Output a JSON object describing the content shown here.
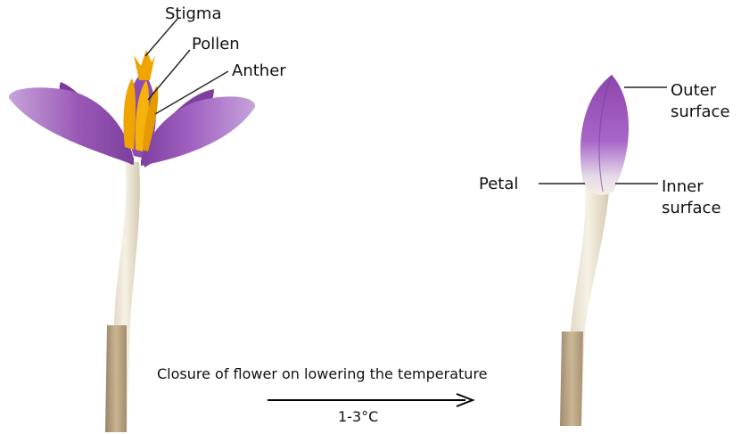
{
  "open_flower": {
    "labels": {
      "stigma": "Stigma",
      "pollen": "Pollen",
      "anther": "Anther"
    }
  },
  "closed_flower": {
    "labels": {
      "petal": "Petal",
      "outer_line1": "Outer",
      "outer_line2": "surface",
      "inner_line1": "Inner",
      "inner_line2": "surface"
    }
  },
  "transition": {
    "caption": "Closure of flower on lowering the temperature",
    "temperature": "1-3°C"
  },
  "colors": {
    "petal_purple": "#9b59b6",
    "petal_light": "#d8c3e4",
    "anther_orange": "#f0a400",
    "stem_cream": "#f2ecdc",
    "stem_shadow": "#c9bfa8",
    "base_brown": "#a8906e"
  }
}
